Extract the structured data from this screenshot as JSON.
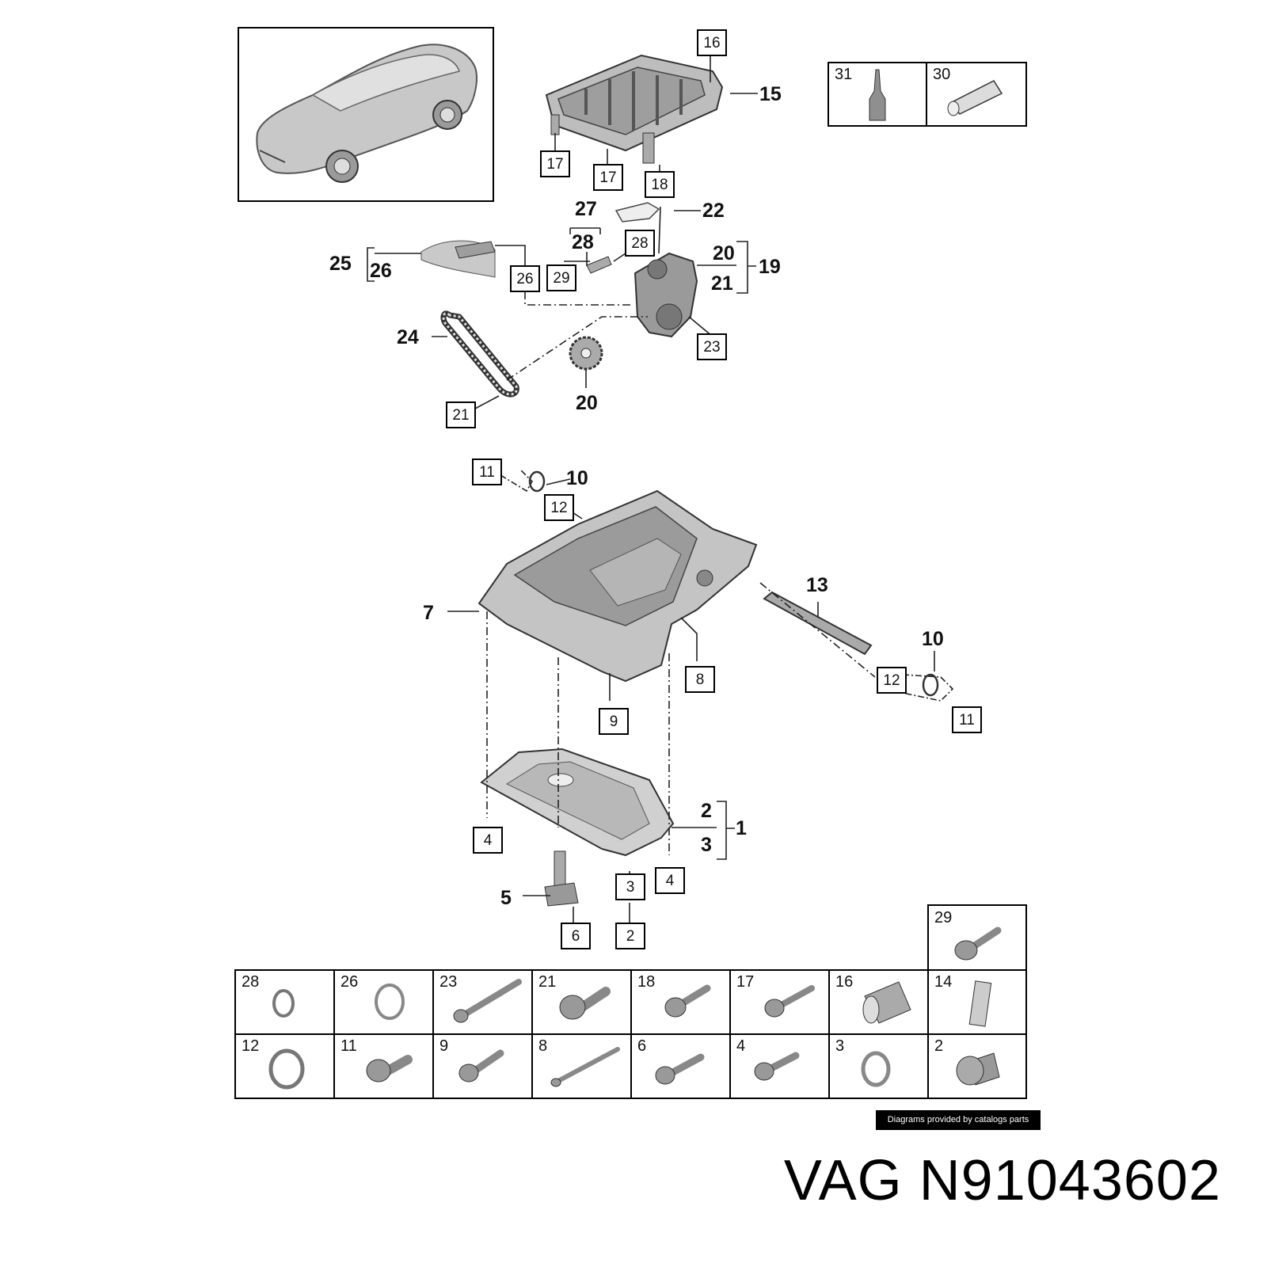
{
  "callout_boxes": [
    "16",
    "17",
    "17",
    "18",
    "28",
    "29",
    "26",
    "23",
    "21",
    "11",
    "12",
    "8",
    "9",
    "12",
    "11",
    "4",
    "4",
    "3",
    "6",
    "2"
  ],
  "bold_labels": [
    "15",
    "27",
    "28",
    "22",
    "20",
    "21",
    "19",
    "25",
    "26",
    "24",
    "20",
    "10",
    "13",
    "7",
    "10",
    "2",
    "3",
    "1",
    "5"
  ],
  "table": {
    "top_cell": "29",
    "row1": [
      "28",
      "26",
      "23",
      "21",
      "18",
      "17",
      "16",
      "14"
    ],
    "row2": [
      "12",
      "11",
      "9",
      "8",
      "6",
      "4",
      "3",
      "2"
    ]
  },
  "consumables": [
    "31",
    "30"
  ],
  "credit": "Diagrams provided by catalogs parts",
  "footer": {
    "brand": "VAG",
    "part_number": "N91043602"
  }
}
